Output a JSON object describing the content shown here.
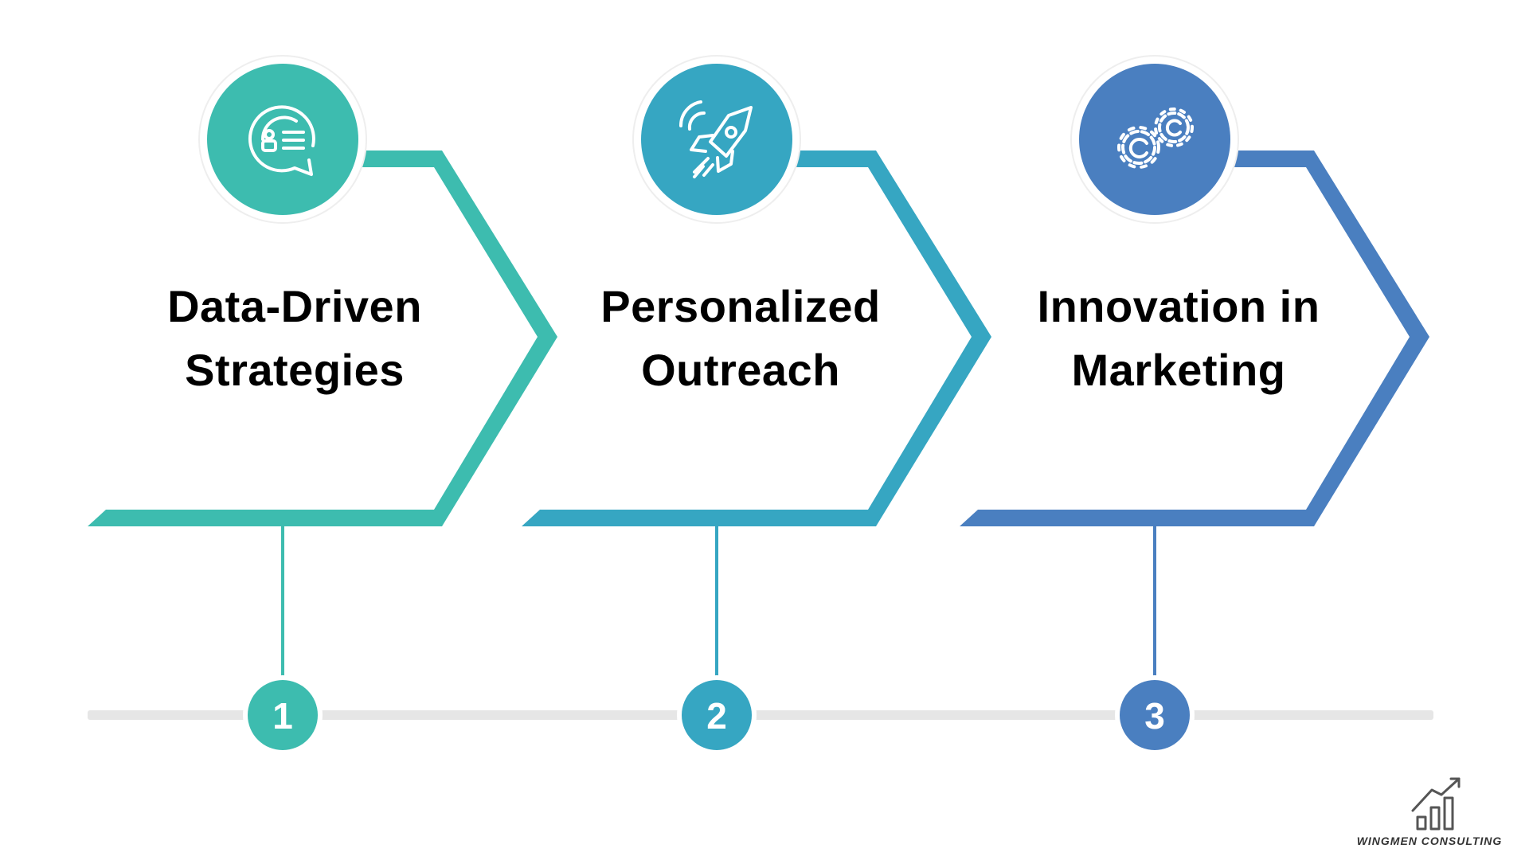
{
  "steps": [
    {
      "number": "1",
      "title_line1": "Data-Driven",
      "title_line2": "Strategies",
      "icon": "profile-chat-icon",
      "color": "#3dbcaf"
    },
    {
      "number": "2",
      "title_line1": "Personalized",
      "title_line2": "Outreach",
      "icon": "rocket-icon",
      "color": "#36a6c2"
    },
    {
      "number": "3",
      "title_line1": "Innovation in",
      "title_line2": "Marketing",
      "icon": "gears-icon",
      "color": "#4a7fc0"
    }
  ],
  "timeline_color": "#e6e6e6",
  "logo": {
    "text": "WINGMEN CONSULTING",
    "icon": "bar-chart-growth-icon",
    "color": "#555555"
  }
}
